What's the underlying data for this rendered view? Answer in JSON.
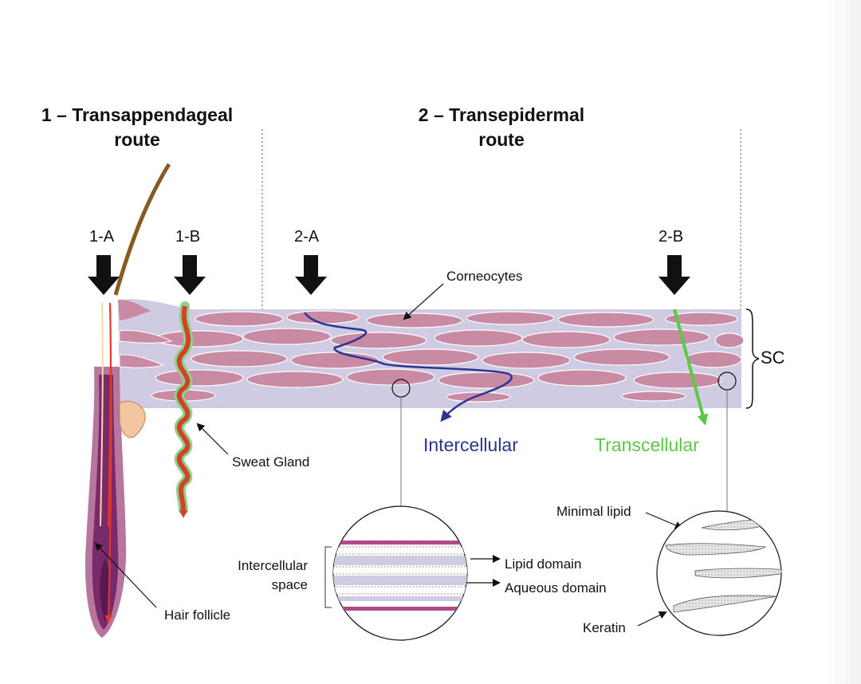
{
  "titles": {
    "transappendageal": "1 – Transappendageal route",
    "transepidermal": "2 – Transepidermal route"
  },
  "route_labels": [
    "1-A",
    "1-B",
    "2-A",
    "2-B"
  ],
  "layer_label": "SC",
  "labels": {
    "corneocytes": "Corneocytes",
    "sweat_gland": "Sweat Gland",
    "hair_follicle": "Hair follicle",
    "intercellular_route": "Intercellular",
    "transcellular_route": "Transcellular",
    "intercellular_space": "Intercellular space",
    "lipid_domain": "Lipid domain",
    "aqueous_domain": "Aqueous domain",
    "minimal_lipid": "Minimal lipid",
    "keratin": "Keratin"
  },
  "colors": {
    "intercellular": "#2b3590",
    "transcellular": "#5cc845",
    "corneocyte": "#c98aa4",
    "lipid_matrix": "#cfcbe3",
    "follicle": "#7a2a6a",
    "red_path": "#e03a2a"
  }
}
